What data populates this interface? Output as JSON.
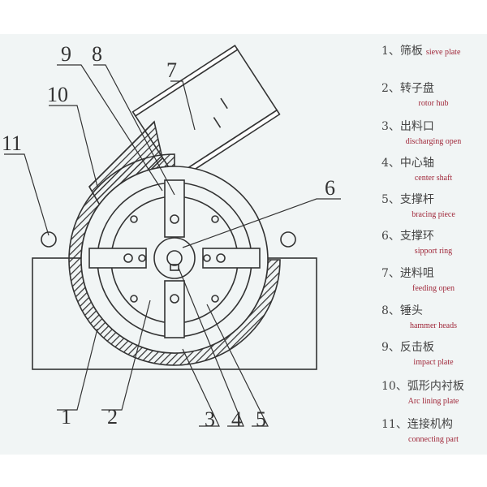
{
  "diagram": {
    "callouts": [
      "1",
      "2",
      "3",
      "4",
      "5",
      "6",
      "7",
      "8",
      "9",
      "10",
      "11"
    ]
  },
  "legend": [
    {
      "num": "1、",
      "zh": "筛板",
      "en": "sieve plate"
    },
    {
      "num": "2、",
      "zh": "转子盘",
      "en": "rotor hub"
    },
    {
      "num": "3、",
      "zh": "出料口",
      "en": "discharging open"
    },
    {
      "num": "4、",
      "zh": "中心轴",
      "en": "center shaft"
    },
    {
      "num": "5、",
      "zh": "支撑杆",
      "en": "bracing piece"
    },
    {
      "num": "6、",
      "zh": "支撑环",
      "en": "sipport ring"
    },
    {
      "num": "7、",
      "zh": "进料咀",
      "en": "feeding open"
    },
    {
      "num": "8、",
      "zh": "锤头",
      "en": "hammer heads"
    },
    {
      "num": "9、",
      "zh": "反击板",
      "en": "impact plate"
    },
    {
      "num": "10、",
      "zh": "弧形内衬板",
      "en": "Arc lining plate"
    },
    {
      "num": "11、",
      "zh": "连接机构",
      "en": "connecting part"
    }
  ]
}
